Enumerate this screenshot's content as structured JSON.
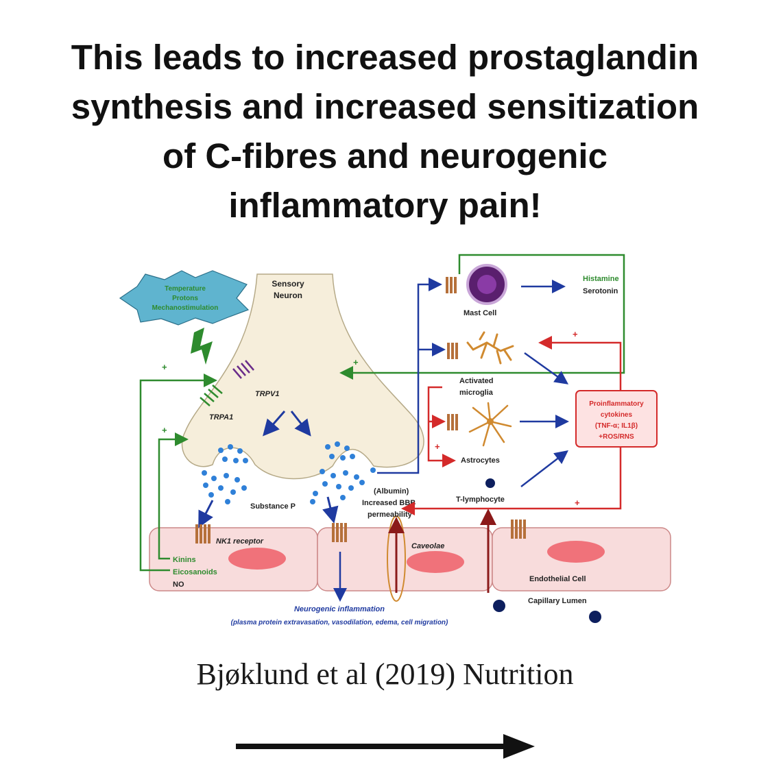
{
  "headline": {
    "lines": [
      "This leads to increased prostaglandin",
      "synthesis and increased sensitization",
      "of C-fibres and neurogenic",
      "inflammatory pain!"
    ]
  },
  "diagram": {
    "stimulus": [
      "Temperature",
      "Protons",
      "Mechanostimulation"
    ],
    "sensory_neuron": [
      "Sensory",
      "Neuron"
    ],
    "trpv1": "TRPV1",
    "trpa1": "TRPA1",
    "substance_p": "Substance P",
    "nk1_receptor": "NK1 receptor",
    "kinins": "Kinins",
    "eicosanoids": "Eicosanoids",
    "no": "NO",
    "albumin": "(Albumin)",
    "bbb": [
      "Increased BBB",
      "permeability"
    ],
    "caveolae": "Caveolae",
    "t_lymphocyte": "T-lymphocyte",
    "mast_cell": "Mast Cell",
    "histamine": "Histamine",
    "serotonin": "Serotonin",
    "activated_microglia": [
      "Activated",
      "microglia"
    ],
    "astrocytes": "Astrocytes",
    "proinflammatory": [
      "Proinflammatory",
      "cytokines",
      "(TNF-α; IL1β)",
      "+ROS/RNS"
    ],
    "endothelial_cell": "Endothelial Cell",
    "capillary_lumen": "Capillary Lumen",
    "neurogenic_inflammation": "Neurogenic inflammation",
    "neurogenic_detail": "(plasma protein extravasation, vasodilation, edema, cell migration)",
    "plus": "+"
  },
  "citation": "Bjøklund et al (2019) Nutrition",
  "colors": {
    "green": "#2e8b2e",
    "blue": "#1f3aa0",
    "red": "#d42a2a",
    "neuron": "#f6eedb",
    "endothelium": "#f8dcdc",
    "stimulus": "#5fb4cf"
  }
}
